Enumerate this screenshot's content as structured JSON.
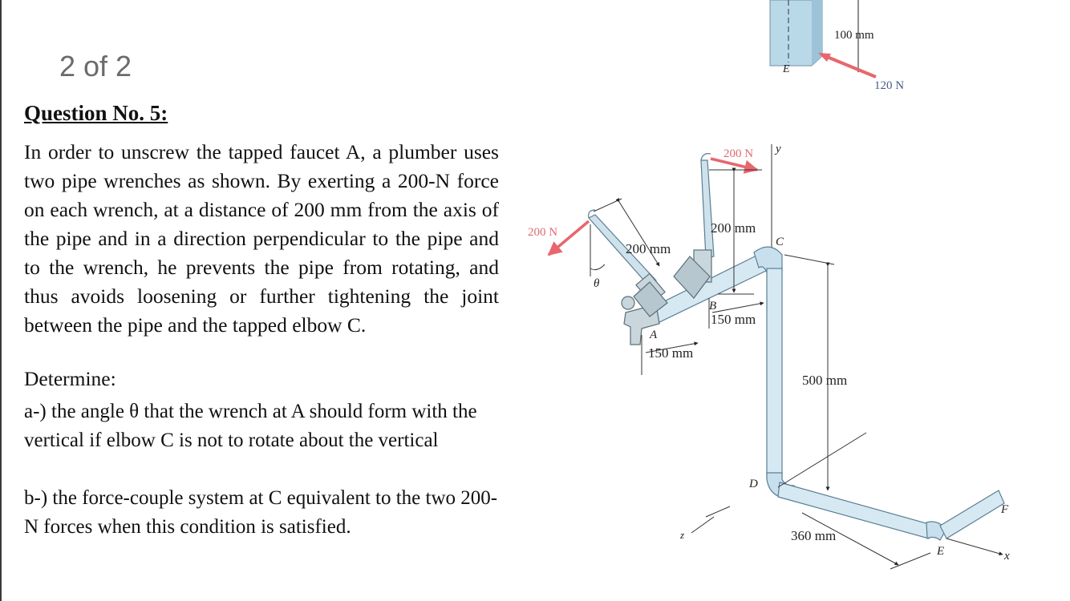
{
  "page": {
    "counter": "2 of 2"
  },
  "question": {
    "title": "Question No. 5:",
    "body": "In order to unscrew the tapped faucet A, a plumber uses two pipe wrenches as shown. By exerting a 200-N force on each wrench, at a distance of 200 mm from the axis of the pipe and in a direction perpendicular to the pipe and to the wrench, he prevents the pipe from rotating, and thus avoids loosening or further tightening the joint between the pipe and the tapped elbow C.",
    "determine": "Determine:",
    "part_a": "a-) the angle θ that the wrench at A should form with the vertical if elbow C is not to rotate about the vertical",
    "part_b": "b-) the force-couple system at C equivalent to the two 200-N forces when this condition is satisfied."
  },
  "figure": {
    "top_inset": {
      "dim_label": "100 mm",
      "force_label": "120 N",
      "point_label": "E"
    },
    "labels": {
      "force_top": "200 N",
      "force_left": "200 N",
      "y_axis": "y",
      "x_axis": "x",
      "z_axis": "z",
      "point_a": "A",
      "point_b": "B",
      "point_c": "C",
      "point_d": "D",
      "point_e": "E",
      "point_f": "F",
      "theta": "θ",
      "dim_wrench_b": "200 mm",
      "dim_wrench_a": "200 mm",
      "dim_ab": "150 mm",
      "dim_a_left": "150 mm",
      "dim_cd": "500 mm",
      "dim_de": "360 mm"
    },
    "colors": {
      "force_arrow": "#e8666d",
      "pipe_fill": "#d6e9f3",
      "pipe_stroke": "#5a7f93",
      "block_fill": "#b9d9e9"
    }
  }
}
